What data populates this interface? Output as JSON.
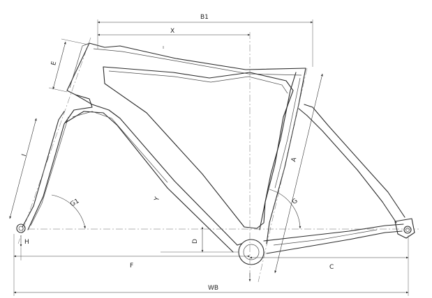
{
  "labels": {
    "b1": "B1",
    "x": "X",
    "e": "E",
    "i": "I",
    "g1": "G1",
    "h": "H",
    "y": "Y",
    "a": "A",
    "g": "G",
    "d": "D",
    "f": "F",
    "c": "C",
    "wb": "WB"
  }
}
